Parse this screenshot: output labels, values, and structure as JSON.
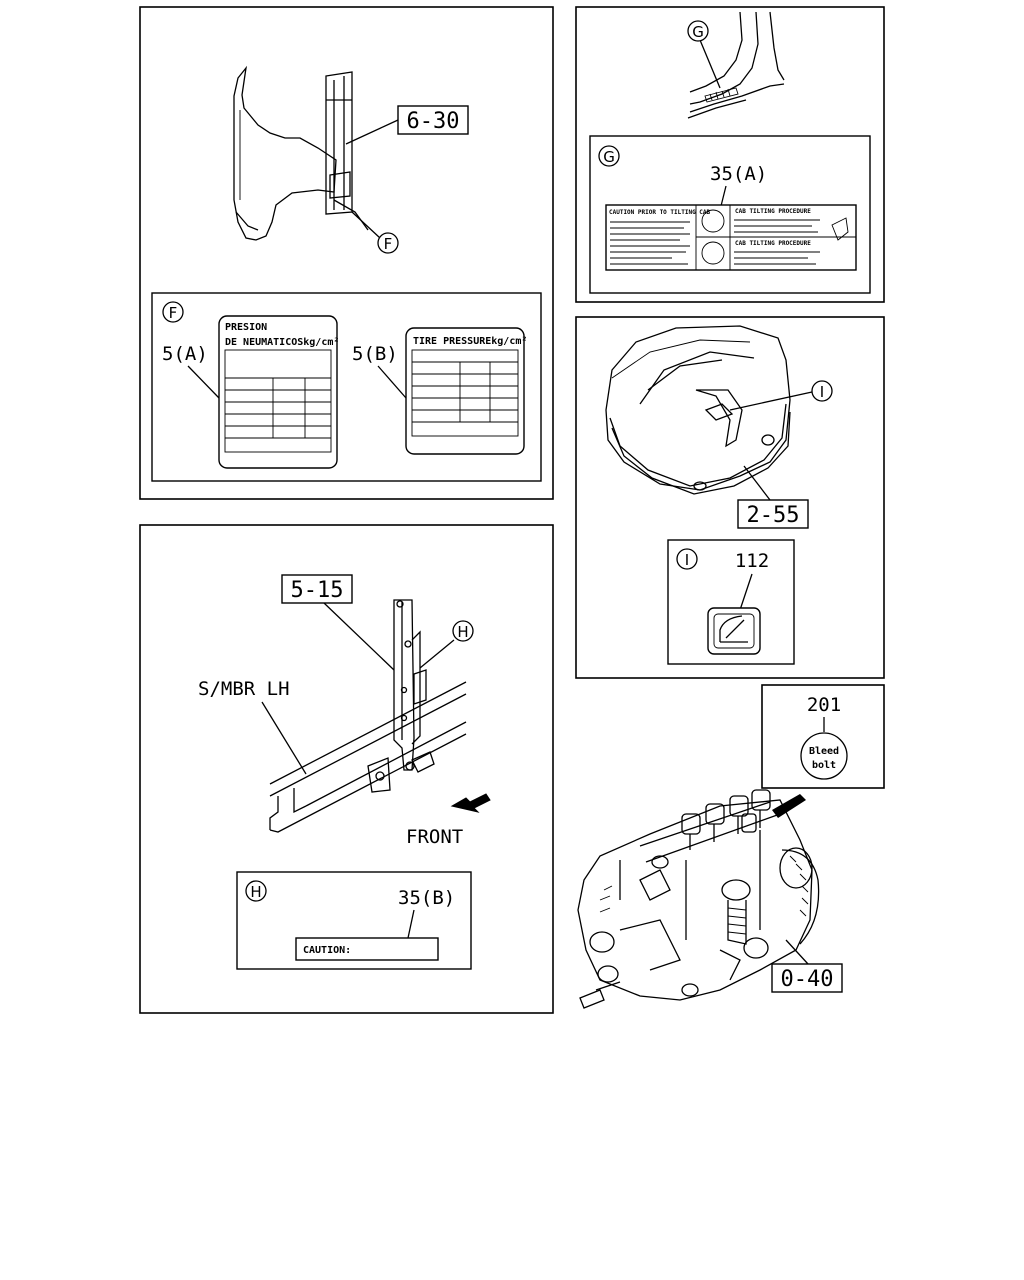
{
  "callouts": {
    "ref_6_30": "6-30",
    "ref_5_15": "5-15",
    "ref_2_55": "2-55",
    "ref_0_40": "0-40",
    "ref_201": "201",
    "ref_112": "112",
    "ref_35a": "35(A)",
    "ref_35b": "35(B)",
    "ref_5a": "5(A)",
    "ref_5b": "5(B)"
  },
  "markers": {
    "f": "F",
    "g": "G",
    "h": "H",
    "i": "I"
  },
  "labels": {
    "smbr": "S/MBR LH",
    "front": "FRONT",
    "caution": "CAUTION:",
    "presion_line1": "PRESION",
    "presion_line2": "DE NEUMATICOSkg/cm²",
    "tire_pressure": "TIRE PRESSUREkg/cm²",
    "bleed_line1": "Bleed",
    "bleed_line2": "bolt",
    "caution_tilting": "CAUTION PRIOR TO TILTING CAB",
    "cab_tilting_1": "CAB TILTING PROCEDURE",
    "cab_tilting_2": "CAB TILTING PROCEDURE"
  }
}
